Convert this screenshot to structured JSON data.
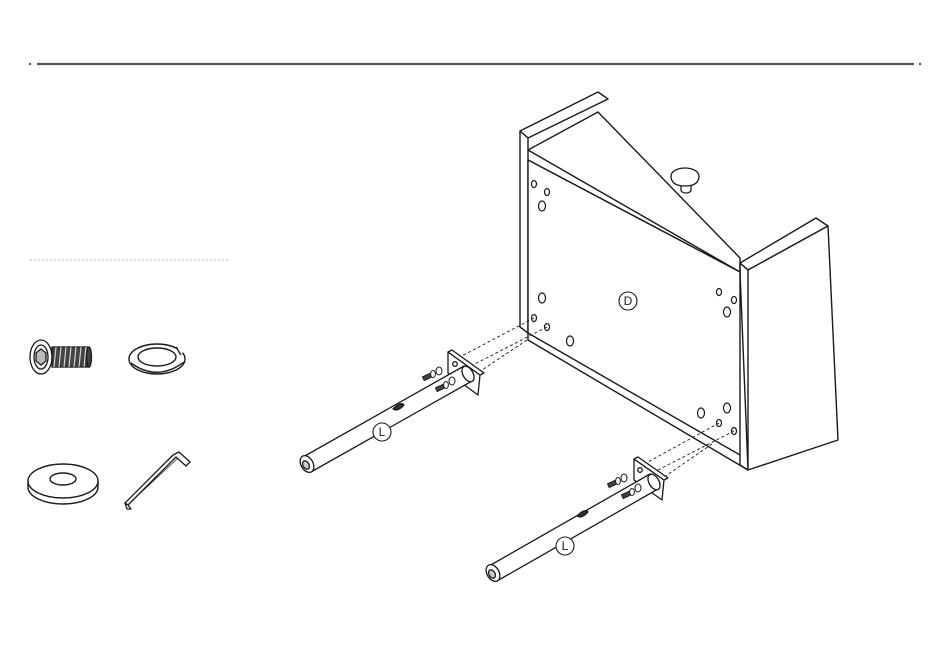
{
  "part_labels": {
    "cabinet": "D",
    "leg_left": "L",
    "leg_right": "L"
  },
  "hardware": [
    {
      "icon": "hex-socket-bolt-icon"
    },
    {
      "icon": "spring-lock-washer-icon"
    },
    {
      "icon": "flat-washer-icon"
    },
    {
      "icon": "allen-key-icon"
    }
  ],
  "colors": {
    "line": "#1a1a1a",
    "header_rule": "#555555",
    "dotted_rule": "#9a9a9a"
  }
}
